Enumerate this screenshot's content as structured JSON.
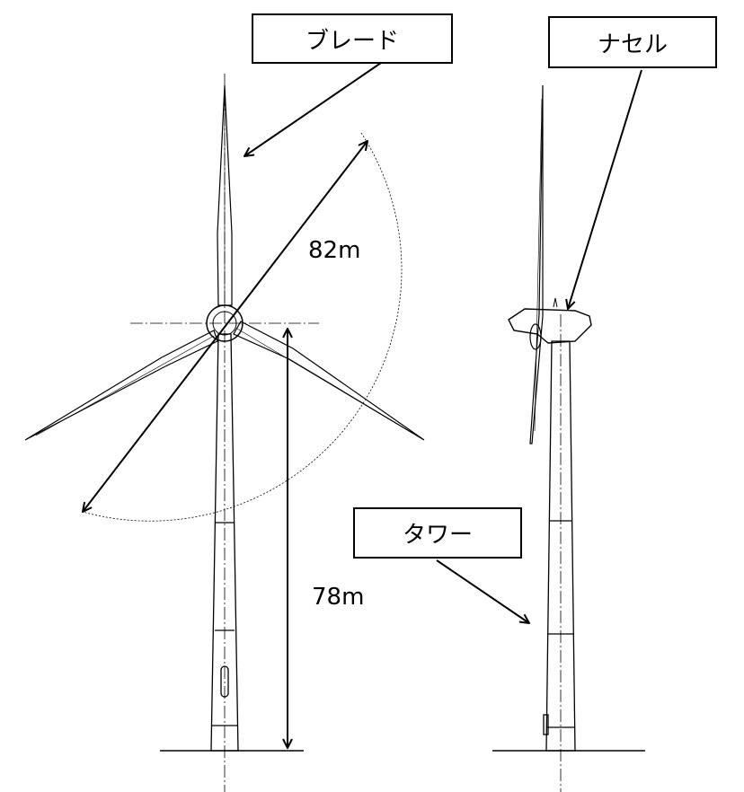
{
  "labels": {
    "blade": "ブレード",
    "nacelle": "ナセル",
    "tower": "タワー"
  },
  "dimensions": {
    "rotor_diameter": "82m",
    "hub_height": "78m"
  },
  "colors": {
    "line": "#000000",
    "background": "#ffffff"
  }
}
